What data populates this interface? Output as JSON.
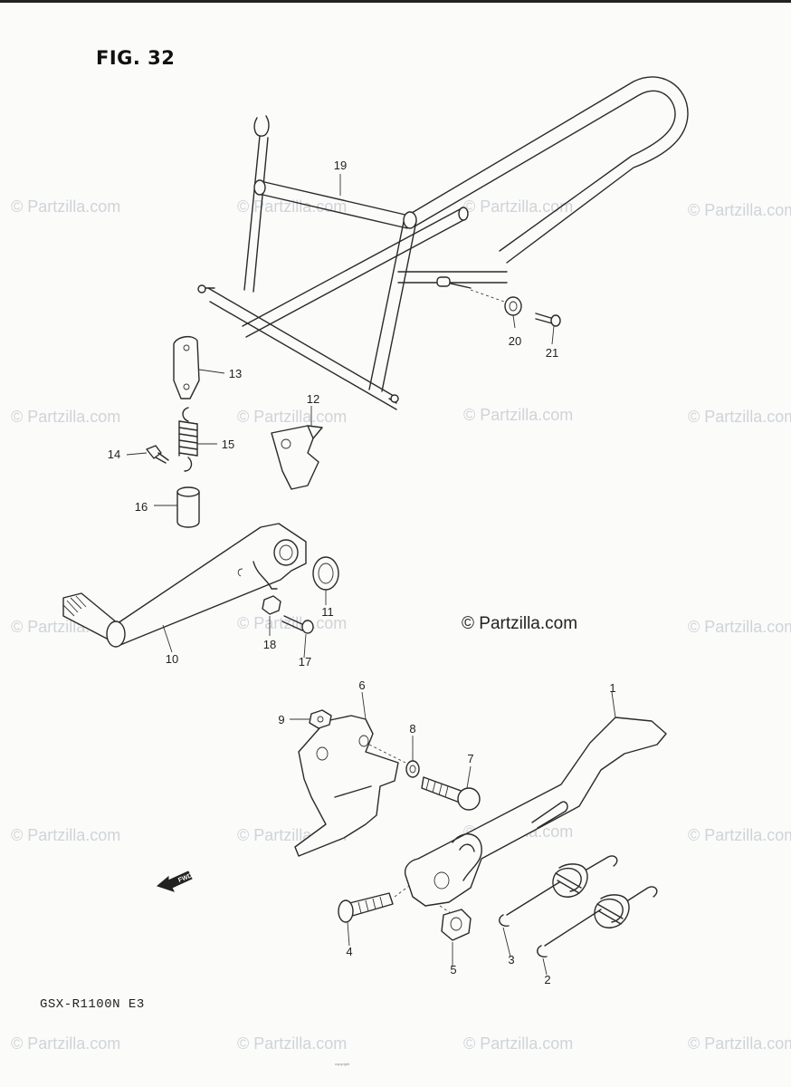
{
  "figure_title": "FIG. 32",
  "model_code": "GSX-R1100N E3",
  "footer_text": "copyright",
  "watermark_text": "© Partzilla.com",
  "center_watermark": "© Partzilla.com",
  "fwd_label": "FWD",
  "callouts": [
    {
      "id": "c1",
      "label": "1"
    },
    {
      "id": "c2",
      "label": "2"
    },
    {
      "id": "c3",
      "label": "3"
    },
    {
      "id": "c4",
      "label": "4"
    },
    {
      "id": "c5",
      "label": "5"
    },
    {
      "id": "c6",
      "label": "6"
    },
    {
      "id": "c7",
      "label": "7"
    },
    {
      "id": "c8",
      "label": "8"
    },
    {
      "id": "c9",
      "label": "9"
    },
    {
      "id": "c10",
      "label": "10"
    },
    {
      "id": "c11",
      "label": "11"
    },
    {
      "id": "c12",
      "label": "12"
    },
    {
      "id": "c13",
      "label": "13"
    },
    {
      "id": "c14",
      "label": "14"
    },
    {
      "id": "c15",
      "label": "15"
    },
    {
      "id": "c16",
      "label": "16"
    },
    {
      "id": "c17",
      "label": "17"
    },
    {
      "id": "c18",
      "label": "18"
    },
    {
      "id": "c19",
      "label": "19"
    },
    {
      "id": "c20",
      "label": "20"
    },
    {
      "id": "c21",
      "label": "21"
    }
  ]
}
